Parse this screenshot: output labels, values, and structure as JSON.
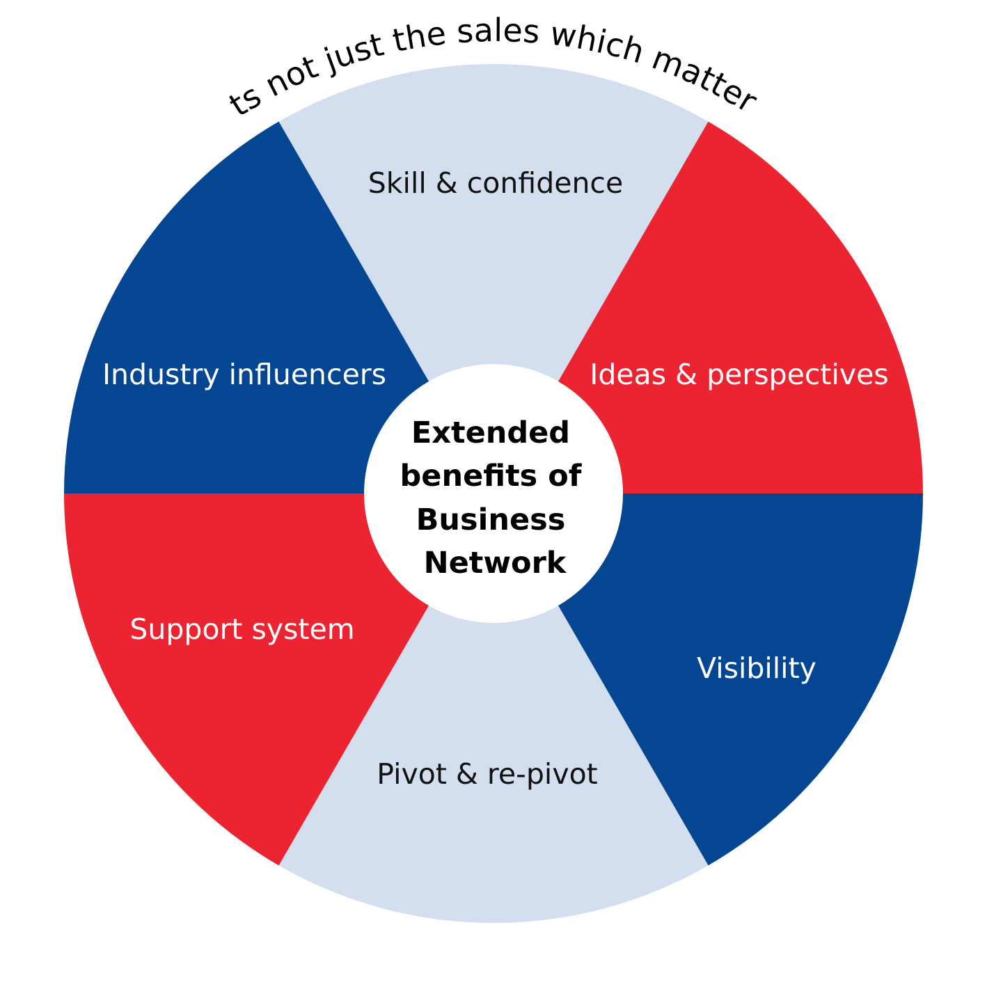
{
  "title_arc": "Its not just the sales which matters",
  "center": {
    "lines": [
      "Extended",
      "benefits of",
      "Business",
      "Network"
    ]
  },
  "segments": [
    {
      "label": "Skill & confidence",
      "color": "#d3dfee",
      "text_color": "#111111"
    },
    {
      "label": "Ideas & perspectives",
      "color": "#ec2431",
      "text_color": "#ffffff"
    },
    {
      "label": "Visibility",
      "color": "#054693",
      "text_color": "#ffffff"
    },
    {
      "label": "Pivot & re-pivot",
      "color": "#d3dfee",
      "text_color": "#111111"
    },
    {
      "label": "Support system",
      "color": "#ec2431",
      "text_color": "#ffffff"
    },
    {
      "label": "Industry influencers",
      "color": "#054693",
      "text_color": "#ffffff"
    }
  ],
  "colors": {
    "light_blue": "#d3dfee",
    "red": "#ec2431",
    "navy": "#054693",
    "center_fill": "#ffffff"
  }
}
